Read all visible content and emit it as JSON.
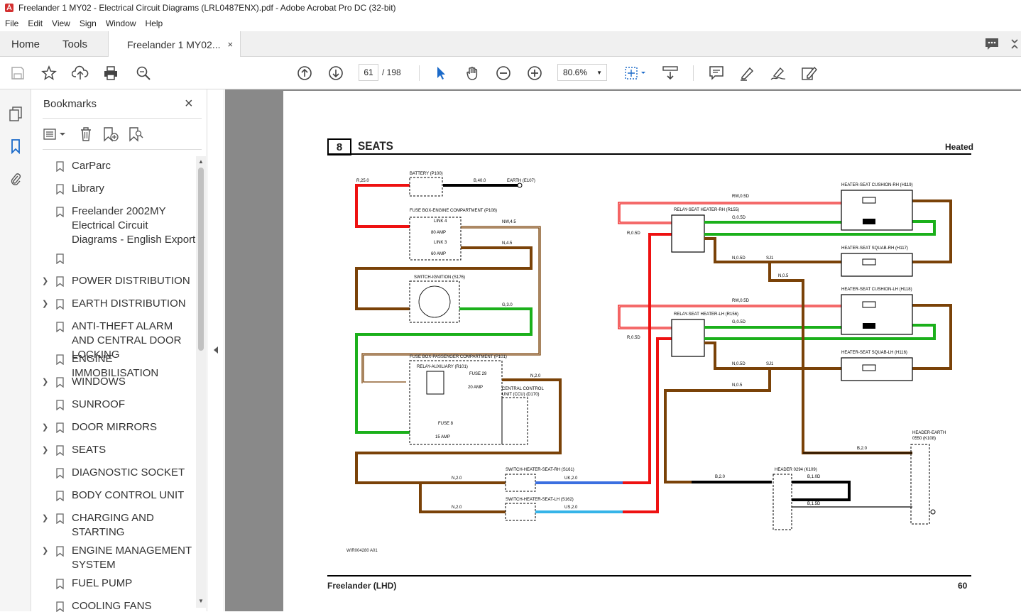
{
  "window": {
    "title": "Freelander 1 MY02 - Electrical Circuit Diagrams (LRL0487ENX).pdf - Adobe Acrobat Pro DC (32-bit)"
  },
  "menu": [
    "File",
    "Edit",
    "View",
    "Sign",
    "Window",
    "Help"
  ],
  "tabs": {
    "home": "Home",
    "tools": "Tools",
    "document": "Freelander 1 MY02...",
    "close": "×"
  },
  "toolbar": {
    "page_current": "61",
    "page_total": "/ 198",
    "zoom": "80.6%",
    "icons": [
      "save-icon",
      "star-icon",
      "upload-icon",
      "print-icon",
      "search-icon",
      "page-up-icon",
      "page-down-icon",
      "select-arrow-icon",
      "hand-icon",
      "zoom-out-icon",
      "zoom-in-icon",
      "fit-page-icon",
      "scroll-mode-icon",
      "comment-icon",
      "highlight-icon",
      "sign-icon",
      "edit-icon"
    ]
  },
  "topright": {
    "chat": "chat-icon",
    "expand": "expand-icon"
  },
  "bookmarks": {
    "title": "Bookmarks",
    "close": "×",
    "items": [
      {
        "label": "CarParc",
        "expandable": false
      },
      {
        "label": "Library",
        "expandable": false
      },
      {
        "label": "Freelander 2002MY Electrical Circuit Diagrams - English Export",
        "expandable": false
      },
      {
        "label": "",
        "expandable": false
      },
      {
        "label": "POWER DISTRIBUTION",
        "expandable": true
      },
      {
        "label": "EARTH DISTRIBUTION",
        "expandable": true
      },
      {
        "label": "ANTI-THEFT ALARM AND CENTRAL DOOR LOCKING",
        "expandable": false
      },
      {
        "label": "ENGINE IMMOBILISATION",
        "expandable": false
      },
      {
        "label": "WINDOWS",
        "expandable": true
      },
      {
        "label": "SUNROOF",
        "expandable": false
      },
      {
        "label": "DOOR MIRRORS",
        "expandable": true
      },
      {
        "label": "SEATS",
        "expandable": true
      },
      {
        "label": "DIAGNOSTIC SOCKET",
        "expandable": false
      },
      {
        "label": "BODY CONTROL UNIT",
        "expandable": false
      },
      {
        "label": "CHARGING AND STARTING",
        "expandable": true
      },
      {
        "label": "ENGINE MANAGEMENT SYSTEM",
        "expandable": true
      },
      {
        "label": "FUEL PUMP",
        "expandable": false
      },
      {
        "label": "COOLING FANS",
        "expandable": false
      }
    ]
  },
  "page": {
    "section_number": "8",
    "section_title": "SEATS",
    "subtitle": "Heated",
    "footer_left": "Freelander (LHD)",
    "footer_right": "60",
    "drawing_ref": "WIR004280 A01",
    "components": {
      "battery": "BATTERY (P100)",
      "fuse_engine": "FUSE BOX-ENGINE COMPARTMENT (P108)",
      "link4": "LINK 4",
      "link4_amp": "80 AMP",
      "link3": "LINK 3",
      "link3_amp": "60 AMP",
      "ignition": "SWITCH-IGNITION (S176)",
      "fuse_pass": "FUSE BOX-PASSENGER COMPARTMENT (P101)",
      "relay_aux": "RELAY-AUXILIARY (R101)",
      "fuse29": "FUSE 29",
      "fuse29_amp": "20 AMP",
      "fuse8": "FUSE 8",
      "fuse8_amp": "15 AMP",
      "ccu1": "CENTRAL CONTROL",
      "ccu2": "UNIT (CCU) (D170)",
      "sw_rh": "SWITCH-HEATER-SEAT-RH (S161)",
      "sw_lh": "SWITCH-HEATER-SEAT-LH (S162)",
      "relay_rh": "RELAY-SEAT HEATER-RH (R155)",
      "relay_lh": "RELAY-SEAT HEATER-LH (R156)",
      "cush_rh": "HEATER-SEAT CUSHION-RH (H119)",
      "squab_rh": "HEATER-SEAT SQUAB-RH (H117)",
      "cush_lh": "HEATER-SEAT CUSHION-LH (H118)",
      "squab_lh": "HEATER-SEAT SQUAB-LH (H116)",
      "header_earth1": "HEADER-EARTH",
      "header_earth2": "0550 (K108)",
      "header0294": "HEADER 0294 (K109)",
      "earth": "EARTH (E107)"
    },
    "wires": {
      "r25": "R,25.0",
      "b40": "B,40.0",
      "nw45": "NW,4.5",
      "n45": "N,4.5",
      "g30": "G,3.0",
      "n20": "N,2.0",
      "uk20": "UK,2.0",
      "us20": "US,2.0",
      "rw05": "RW,0.5D",
      "g05": "G,0.5D",
      "n05": "N,0.5D",
      "r05": "R,0.5D",
      "b20": "B,2.0",
      "b10": "B,1.0D",
      "b15": "B,1.5D",
      "n05b": "N,0.5",
      "sj1": "SJ1"
    }
  }
}
